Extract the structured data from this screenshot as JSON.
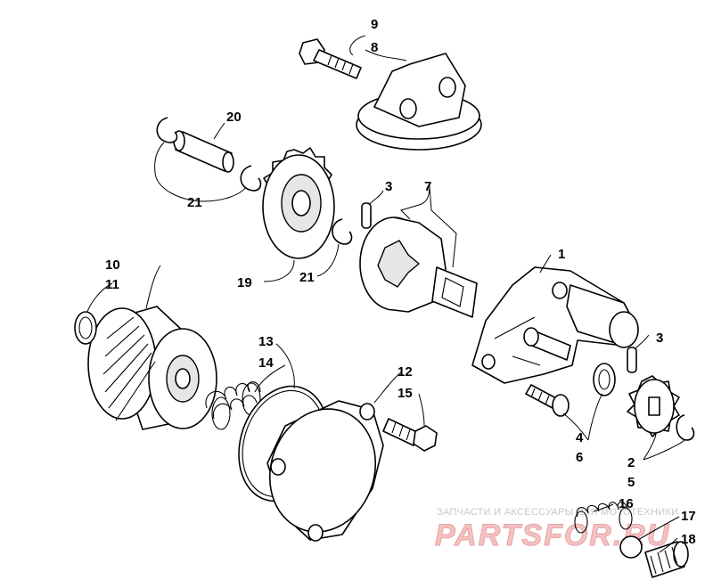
{
  "diagram": {
    "callouts": {
      "c1": "1",
      "c2": "2",
      "c3a": "3",
      "c3b": "3",
      "c4": "4",
      "c5": "5",
      "c6": "6",
      "c7": "7",
      "c8": "8",
      "c9": "9",
      "c10": "10",
      "c11": "11",
      "c12": "12",
      "c13": "13",
      "c14": "14",
      "c15": "15",
      "c16": "16",
      "c17": "17",
      "c18": "18",
      "c19": "19",
      "c20": "20",
      "c21a": "21",
      "c21b": "21"
    },
    "parts": [
      {
        "name": "bolt-9",
        "icon": "bolt-icon"
      },
      {
        "name": "cover-8",
        "icon": "cover-icon"
      },
      {
        "name": "pin-20",
        "icon": "pin-icon"
      },
      {
        "name": "gear-19",
        "icon": "gear-icon"
      },
      {
        "name": "pump-body-1",
        "icon": "pump-housing-icon"
      },
      {
        "name": "oil-filter-10",
        "icon": "filter-icon"
      },
      {
        "name": "filter-cover-12",
        "icon": "cover-icon"
      },
      {
        "name": "spring-14",
        "icon": "spring-icon"
      },
      {
        "name": "gear-2",
        "icon": "gear-icon"
      },
      {
        "name": "spring-16",
        "icon": "spring-icon"
      },
      {
        "name": "ball-17",
        "icon": "ball-icon"
      },
      {
        "name": "plug-18",
        "icon": "plug-icon"
      }
    ]
  },
  "watermark": {
    "subtitle": "ЗАПЧАСТИ И АКСЕССУАРЫ ДЛЯ МОТОТЕХНИКИ",
    "brand": "PARTSFOR.RU"
  }
}
